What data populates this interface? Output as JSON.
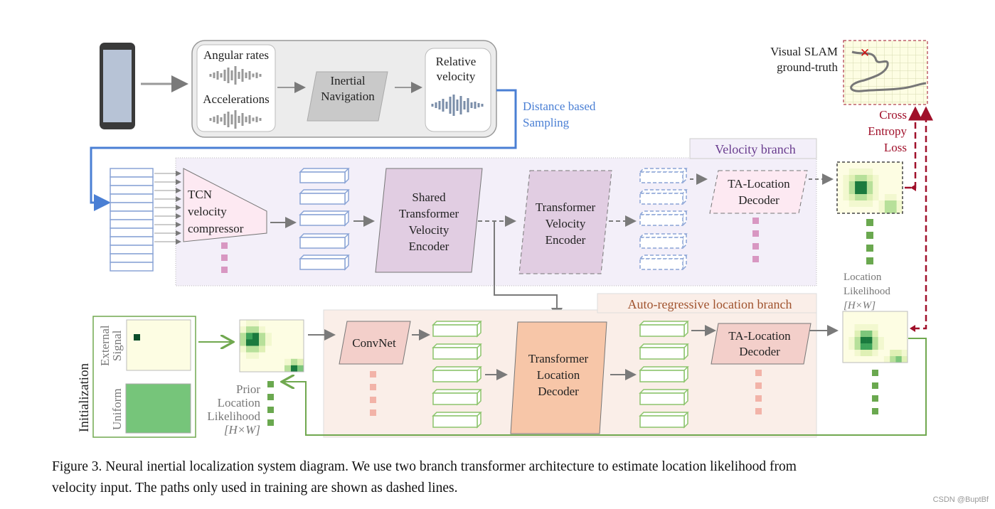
{
  "top_pipeline": {
    "angular_rates": "Angular rates",
    "accelerations": "Accelerations",
    "inertial_navigation": [
      "Inertial",
      "Navigation"
    ],
    "relative_velocity": [
      "Relative",
      "velocity"
    ],
    "distance_sampling": [
      "Distance based",
      "Sampling"
    ]
  },
  "velocity_branch": {
    "title": "Velocity branch",
    "tcn": [
      "TCN",
      "velocity",
      "compressor"
    ],
    "shared_encoder": [
      "Shared",
      "Transformer",
      "Velocity",
      "Encoder"
    ],
    "velocity_encoder": [
      "Transformer",
      "Velocity",
      "Encoder"
    ],
    "ta_decoder": [
      "TA-Location",
      "Decoder"
    ]
  },
  "location_branch": {
    "title": "Auto-regressive location branch",
    "convnet": "ConvNet",
    "location_decoder": [
      "Transformer",
      "Location",
      "Decoder"
    ],
    "ta_decoder": [
      "TA-Location",
      "Decoder"
    ]
  },
  "initialization": {
    "title": "Initialization",
    "external_signal": [
      "External",
      "Signal"
    ],
    "uniform": "Uniform",
    "prior": [
      "Prior",
      "Location",
      "Likelihood",
      "[H×W]"
    ]
  },
  "output": {
    "slam": [
      "Visual SLAM",
      "ground-truth"
    ],
    "loss": [
      "Cross",
      "Entropy",
      "Loss"
    ],
    "likelihood": [
      "Location",
      "Likelihood",
      "[H×W]"
    ]
  },
  "caption": [
    "Figure 3.  Neural inertial localization system diagram.  We use two branch transformer architecture to estimate location likelihood from",
    "velocity input. The paths only used in training are shown as dashed lines."
  ],
  "watermark": "CSDN @BuptBf",
  "colors": {
    "blue_path": "#4a7fd4",
    "velocity_branch": "#6a3d8f",
    "location_branch": "#a0522d",
    "loss": "#a0102a",
    "green_path": "#70a84f"
  }
}
